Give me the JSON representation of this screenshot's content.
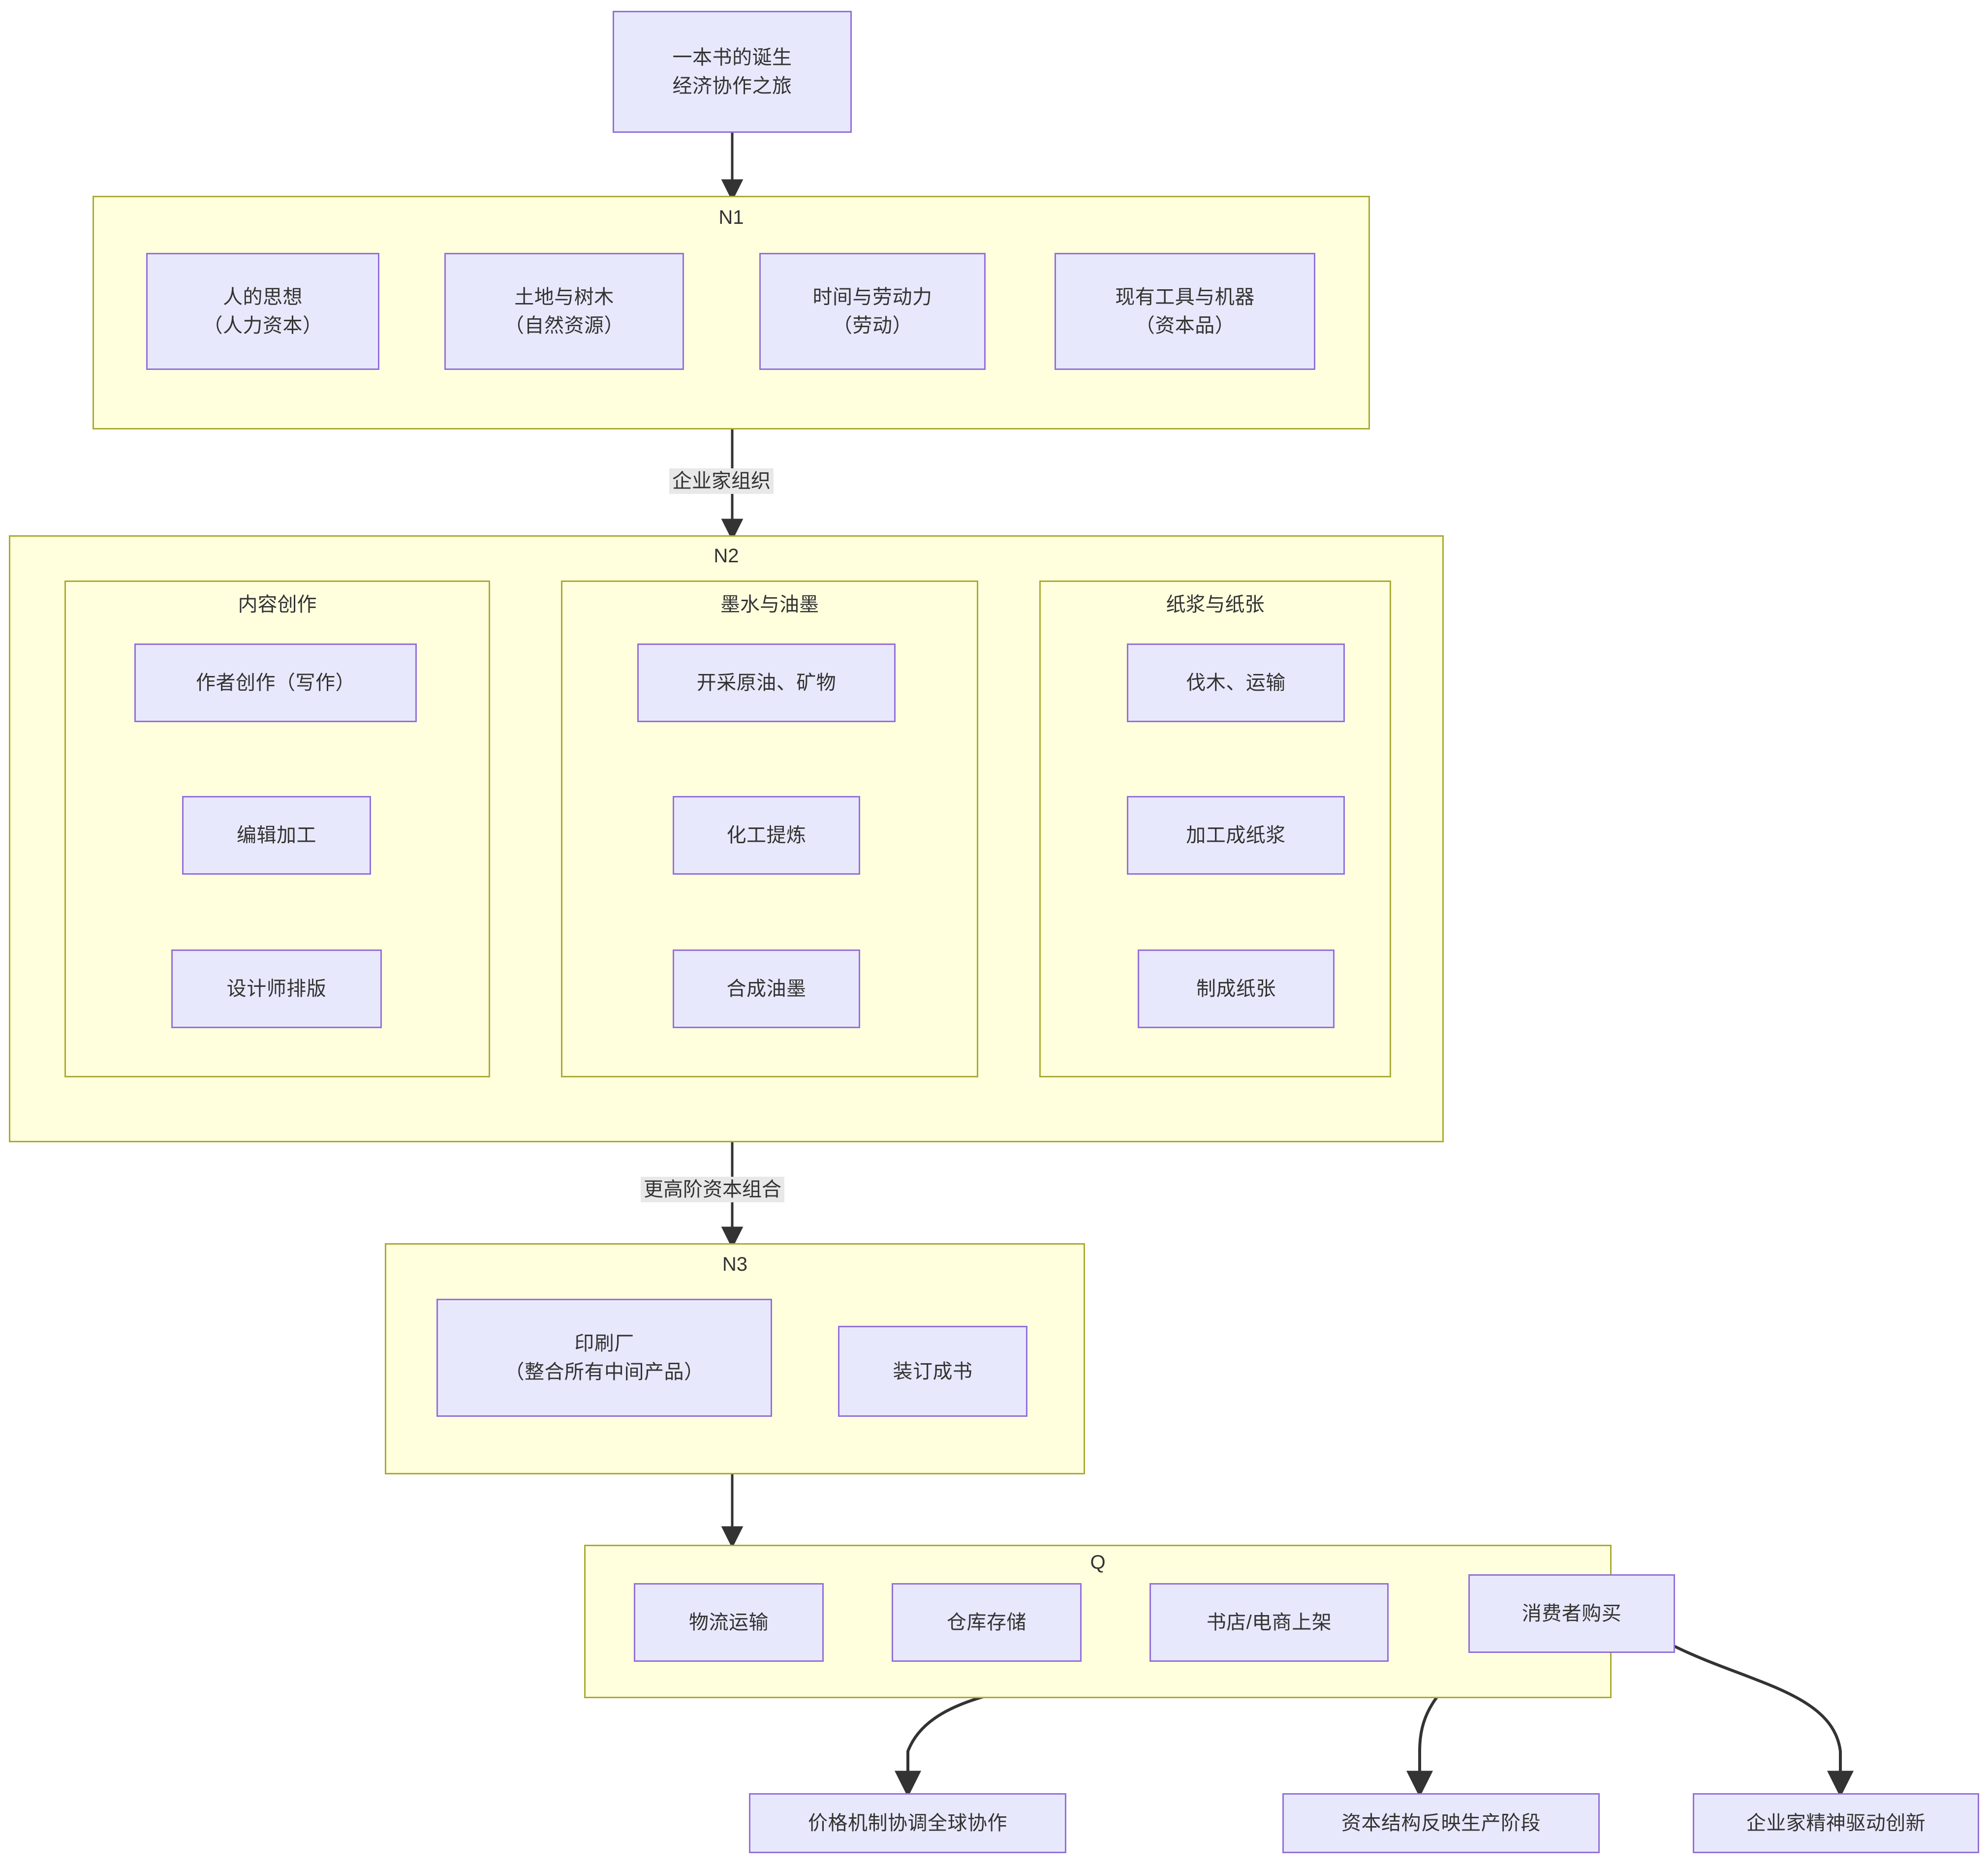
{
  "diagram": {
    "title_node": {
      "lines": [
        "一本书的诞生",
        "经济协作之旅"
      ]
    },
    "clusters": [
      {
        "id": "N1",
        "label": "N1",
        "nodes": [
          {
            "id": "n1a",
            "lines": [
              "人的思想",
              "（人力资本）"
            ]
          },
          {
            "id": "n1b",
            "lines": [
              "土地与树木",
              "（自然资源）"
            ]
          },
          {
            "id": "n1c",
            "lines": [
              "时间与劳动力",
              "（劳动）"
            ]
          },
          {
            "id": "n1d",
            "lines": [
              "现有工具与机器",
              "（资本品）"
            ]
          }
        ]
      },
      {
        "id": "N2",
        "label": "N2",
        "subclusters": [
          {
            "id": "content",
            "label": "内容创作",
            "nodes": [
              {
                "id": "c1",
                "lines": [
                  "作者创作（写作）"
                ]
              },
              {
                "id": "c2",
                "lines": [
                  "编辑加工"
                ]
              },
              {
                "id": "c3",
                "lines": [
                  "设计师排版"
                ]
              }
            ]
          },
          {
            "id": "ink",
            "label": "墨水与油墨",
            "nodes": [
              {
                "id": "i1",
                "lines": [
                  "开采原油、矿物"
                ]
              },
              {
                "id": "i2",
                "lines": [
                  "化工提炼"
                ]
              },
              {
                "id": "i3",
                "lines": [
                  "合成油墨"
                ]
              }
            ]
          },
          {
            "id": "paper",
            "label": "纸浆与纸张",
            "nodes": [
              {
                "id": "p1",
                "lines": [
                  "伐木、运输"
                ]
              },
              {
                "id": "p2",
                "lines": [
                  "加工成纸浆"
                ]
              },
              {
                "id": "p3",
                "lines": [
                  "制成纸张"
                ]
              }
            ]
          }
        ]
      },
      {
        "id": "N3",
        "label": "N3",
        "nodes": [
          {
            "id": "n3a",
            "lines": [
              "印刷厂",
              "（整合所有中间产品）"
            ]
          },
          {
            "id": "n3b",
            "lines": [
              "装订成书"
            ]
          }
        ]
      },
      {
        "id": "Q",
        "label": "Q",
        "nodes": [
          {
            "id": "q1",
            "lines": [
              "物流运输"
            ]
          },
          {
            "id": "q2",
            "lines": [
              "仓库存储"
            ]
          },
          {
            "id": "q3",
            "lines": [
              "书店/电商上架"
            ]
          },
          {
            "id": "q4",
            "lines": [
              "消费者购买"
            ]
          }
        ]
      }
    ],
    "outcome_nodes": [
      {
        "id": "o1",
        "lines": [
          "价格机制协调全球协作"
        ]
      },
      {
        "id": "o2",
        "lines": [
          "资本结构反映生产阶段"
        ]
      },
      {
        "id": "o3",
        "lines": [
          "企业家精神驱动创新"
        ]
      }
    ],
    "edge_labels": [
      {
        "id": "el1",
        "text": "企业家组织"
      },
      {
        "id": "el2",
        "text": "更高阶资本组合"
      }
    ],
    "colors": {
      "node_fill": "#e8e8fc",
      "node_border": "#9370db",
      "cluster_fill": "#ffffde",
      "cluster_border": "#aaaa33",
      "edge_stroke": "#333333",
      "edge_label_bg": "#e8e8e8",
      "text": "#333333"
    }
  }
}
